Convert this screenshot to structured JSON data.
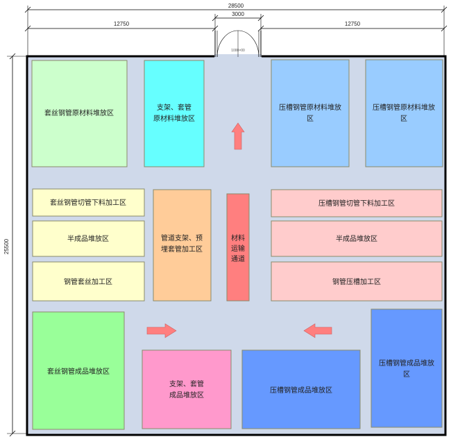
{
  "dimensions": {
    "total_width": "28500",
    "left_width": "12750",
    "gate_width": "3000",
    "right_width": "12750",
    "total_height": "25500",
    "door_label": "1000×00"
  },
  "zones": {
    "coil_pipe_raw": "套丝钢管原材料堆放区",
    "support_raw": [
      "支架、套管",
      "原材料堆放区"
    ],
    "groove_raw_1": [
      "压槽钢管原材料堆放",
      "区"
    ],
    "groove_raw_2": [
      "压槽钢管原材料堆放",
      "区"
    ],
    "coil_cut": "套丝钢管切管下料加工区",
    "semi_left": "半成品堆放区",
    "coil_process": "钢管套丝加工区",
    "support_process": [
      "管道支架、预",
      "埋套管加工区"
    ],
    "channel": [
      "材料",
      "运输",
      "通道"
    ],
    "groove_cut": "压槽钢管切管下料加工区",
    "semi_right": "半成品堆放区",
    "groove_process": "钢管压槽加工区",
    "coil_finished": "套丝钢管成品堆放区",
    "support_finished": [
      "支架、套管",
      "成品堆放区"
    ],
    "groove_finished_center": "压槽钢管成品堆放区",
    "groove_finished_right": [
      "压槽钢管成品堆放",
      "区"
    ]
  },
  "colors": {
    "floor": "#cfd9ea",
    "wall": "#000000",
    "light_green": "#ccffcc",
    "cyan": "#66ffff",
    "light_blue": "#99ccff",
    "light_yellow": "#ffffcc",
    "peach": "#ffcc99",
    "red_channel": "#ff7f7f",
    "light_pink": "#ffcccc",
    "green": "#99ff99",
    "pink": "#ff99cc",
    "blue": "#6699ff",
    "arrow": "#ff7f7f"
  }
}
